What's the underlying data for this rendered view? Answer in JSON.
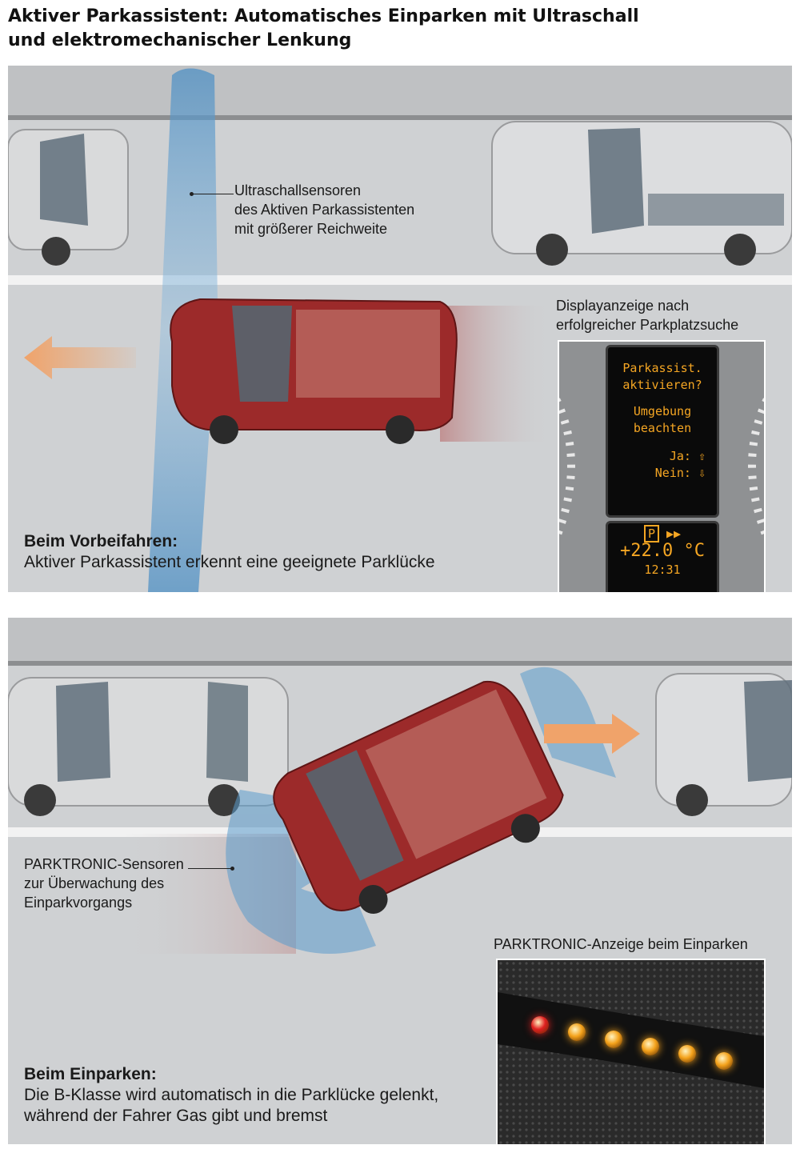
{
  "title": {
    "line1": "Aktiver Parkassistent: Automatisches Einparken mit Ultraschall",
    "line2": "und elektromechanischer Lenkung"
  },
  "top_panel": {
    "sensor_label": [
      "Ultraschallsensoren",
      "des Aktiven Parkassistenten",
      "mit größerer Reichweite"
    ],
    "display_heading": [
      "Displayanzeige nach",
      "erfolgreicher Parkplatzsuche"
    ],
    "display": {
      "line1": "Parkassist.",
      "line2": "aktivieren?",
      "line3": "Umgebung",
      "line4": "beachten",
      "yes": "Ja:",
      "no": "Nein:",
      "temperature": "+22.0 °C",
      "time": "12:31",
      "parking_symbol": "P"
    },
    "caption_head": "Beim Vorbeifahren:",
    "caption_text": "Aktiver Parkassistent erkennt eine geeignete Parklücke"
  },
  "bottom_panel": {
    "sensor_label": [
      "PARKTRONIC-Sensoren",
      "zur Überwachung des",
      "Einparkvorgangs"
    ],
    "parktronic_heading": "PARKTRONIC-Anzeige beim Einparken",
    "caption_head": "Beim Einparken:",
    "caption_lines": [
      "Die B-Klasse wird automatisch in die Parklücke gelenkt,",
      "während der Fahrer Gas gibt und bremst"
    ],
    "led_states": [
      "red",
      "amber",
      "amber",
      "amber",
      "amber",
      "amber"
    ]
  },
  "colors": {
    "road": "#cfd1d3",
    "curb": "#f2f2f2",
    "sensor_beam": "#5b9ccc",
    "arrow": "#f0a36a",
    "car_red": "#9c2a2a",
    "car_silver": "#d9dadb",
    "lcd_text": "#f5a623",
    "led_red": "#e02020",
    "led_amber": "#f4a21b"
  }
}
